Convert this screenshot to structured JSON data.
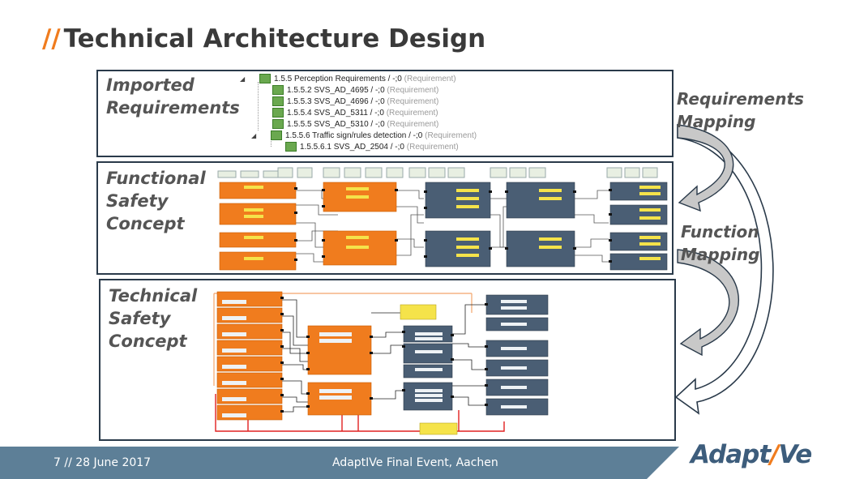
{
  "header": {
    "slashes": "//",
    "title": "Technical Architecture Design"
  },
  "panels": {
    "imported": {
      "label_line1": "Imported",
      "label_line2": "Requirements"
    },
    "functional": {
      "label_line1": "Functional",
      "label_line2": "Safety",
      "label_line3": "Concept"
    },
    "technical": {
      "label_line1": "Technical",
      "label_line2": "Safety",
      "label_line3": "Concept"
    }
  },
  "requirements_tree": [
    {
      "text": "1.5.5 Perception Requirements / -;0",
      "suffix": "(Requirement)",
      "expander": "◢"
    },
    {
      "text": "1.5.5.2 SVS_AD_4695 / -;0",
      "suffix": "(Requirement)",
      "expander": ""
    },
    {
      "text": "1.5.5.3 SVS_AD_4696 / -;0",
      "suffix": "(Requirement)",
      "expander": ""
    },
    {
      "text": "1.5.5.4 SVS_AD_5311 / -;0",
      "suffix": "(Requirement)",
      "expander": ""
    },
    {
      "text": "1.5.5.5 SVS_AD_5310 / -;0",
      "suffix": "(Requirement)",
      "expander": ""
    },
    {
      "text": "1.5.5.6 Traffic sign/rules detection / -;0",
      "suffix": "(Requirement)",
      "expander": "◢"
    },
    {
      "text": "1.5.5.6.1 SVS_AD_2504 / -;0",
      "suffix": "(Requirement)",
      "expander": ""
    }
  ],
  "mapping": {
    "requirements_line1": "Requirements",
    "requirements_line2": "Mapping",
    "function_line1": "Function",
    "function_line2": "Mapping"
  },
  "footer": {
    "page": "7 // 28 June 2017",
    "event": "AdaptIVe Final Event, Aachen"
  },
  "logo": {
    "part1": "Adapt",
    "bar": "/",
    "part2": "Ve"
  },
  "colors": {
    "accent": "#f07c1e",
    "footer": "#5d7f97",
    "logo": "#3d5d7c",
    "block_orange": "#f07c1e",
    "block_blue": "#4a5e74"
  }
}
